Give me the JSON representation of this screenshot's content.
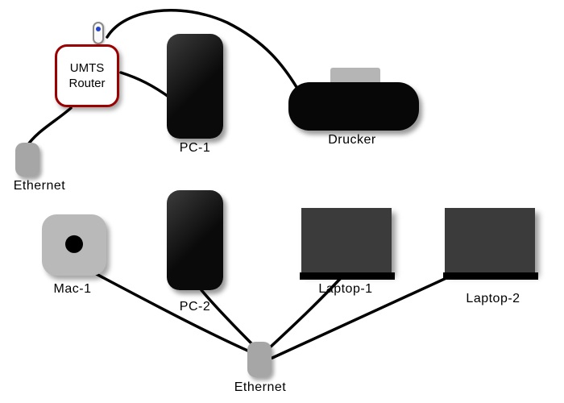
{
  "diagram": {
    "title": "network-diagram",
    "nodes": {
      "umts_router": {
        "label": "UMTS Router",
        "type": "router"
      },
      "pc1": {
        "label": "PC-1",
        "type": "pc-tower"
      },
      "drucker": {
        "label": "Drucker",
        "type": "printer"
      },
      "ethernet_top": {
        "label": "Ethernet",
        "type": "ethernet-adapter"
      },
      "mac1": {
        "label": "Mac-1",
        "type": "mac"
      },
      "pc2": {
        "label": "PC-2",
        "type": "pc-tower"
      },
      "laptop1": {
        "label": "Laptop-1",
        "type": "laptop"
      },
      "laptop2": {
        "label": "Laptop-2",
        "type": "laptop"
      },
      "ethernet_bottom": {
        "label": "Ethernet",
        "type": "ethernet-adapter"
      }
    },
    "edges": [
      {
        "from": "umts_router",
        "to": "drucker"
      },
      {
        "from": "umts_router",
        "to": "pc1"
      },
      {
        "from": "umts_router",
        "to": "ethernet_top"
      },
      {
        "from": "mac1",
        "to": "ethernet_bottom"
      },
      {
        "from": "pc2",
        "to": "ethernet_bottom"
      },
      {
        "from": "laptop1",
        "to": "ethernet_bottom"
      },
      {
        "from": "laptop2",
        "to": "ethernet_bottom"
      }
    ],
    "colors": {
      "background": "#ffffff",
      "edge": "#000000",
      "router_border": "#9b0000",
      "device_black": "#0a0a0a",
      "laptop_gray": "#3b3b3b",
      "light_gray": "#b5b5b5",
      "antenna_led_blue": "#2244cc"
    }
  }
}
